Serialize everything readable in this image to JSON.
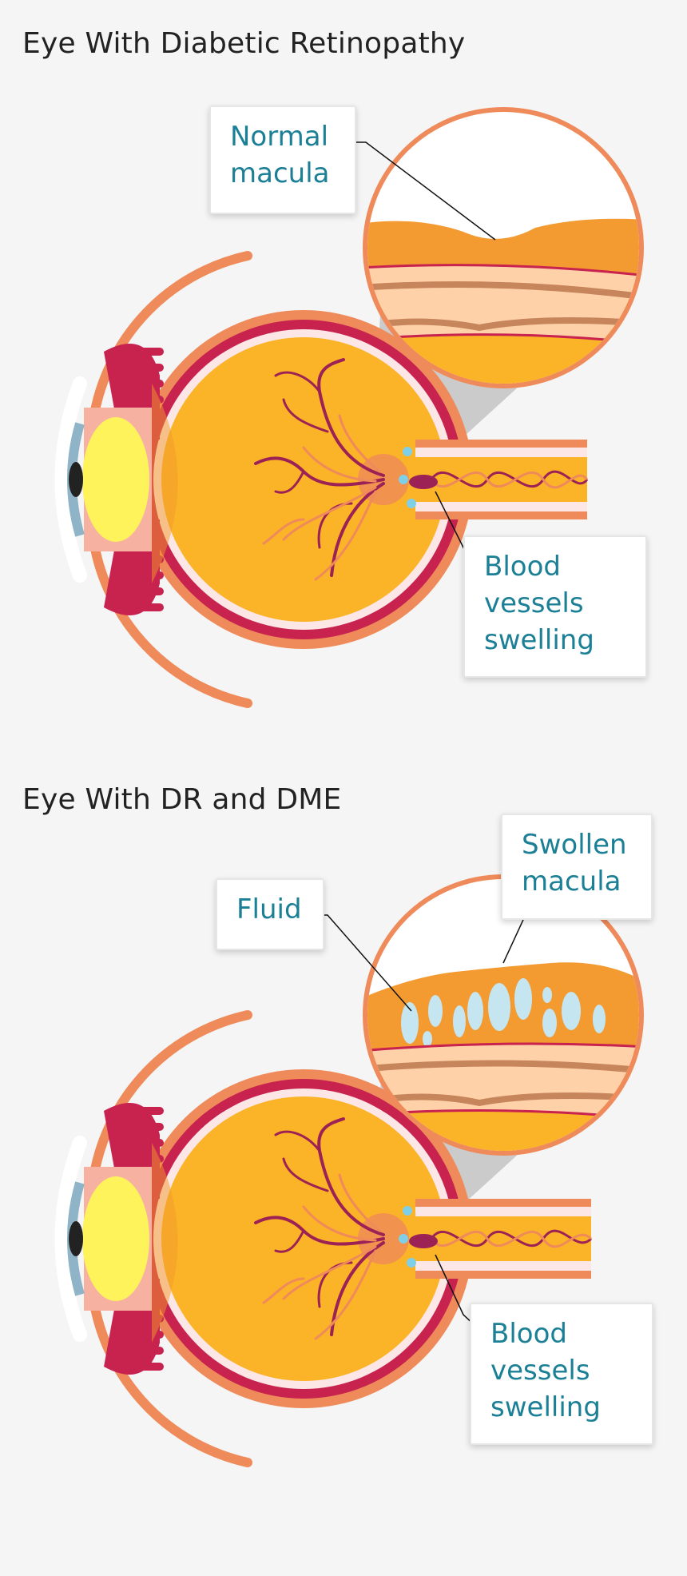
{
  "section1": {
    "title": "Eye With Diabetic Retinopathy",
    "callouts": {
      "normal_macula": [
        "Normal",
        "macula"
      ],
      "blood_vessels": [
        "Blood",
        "vessels",
        "swelling"
      ]
    }
  },
  "section2": {
    "title": "Eye With DR and DME",
    "callouts": {
      "fluid": [
        "Fluid"
      ],
      "swollen_macula": [
        "Swollen",
        "macula"
      ],
      "blood_vessels": [
        "Blood",
        "vessels",
        "swelling"
      ]
    }
  },
  "colors": {
    "background": "#f5f5f5",
    "label_text": "#1b7f96",
    "vitreous": "#fbb327",
    "sclera": "#ef8a5a",
    "choroid": "#c8224f",
    "lens": "#fff35c",
    "cornea": "#8fb4c7",
    "vessel": "#9c2255",
    "fluid": "#c5e6f0",
    "macula_layer": "#f39a30"
  },
  "icons": [
    "eye-cross-section",
    "magnifier-circle",
    "optic-nerve"
  ]
}
